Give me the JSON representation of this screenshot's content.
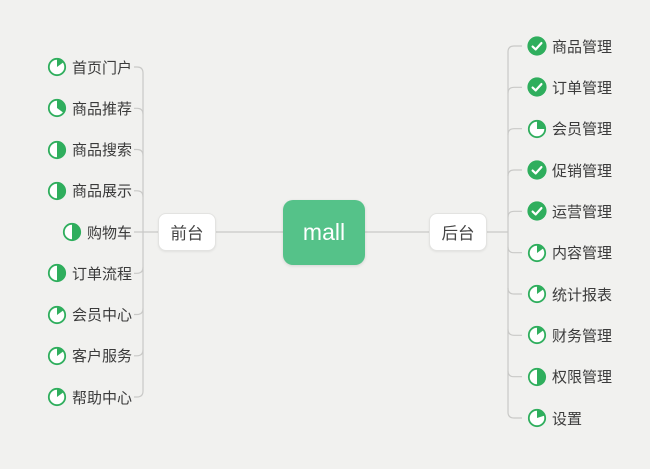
{
  "theme": {
    "background": "#f1f1ef",
    "line_color": "#c9c9c7",
    "icon_green": "#2fae5d",
    "root_bg": "#55c289",
    "root_text": "#ffffff",
    "node_bg": "#ffffff",
    "node_border": "#e3e3e1",
    "node_text": "#444444",
    "leaf_text": "#3b3b3b"
  },
  "root": {
    "label": "mall"
  },
  "branches": [
    {
      "id": "front",
      "label": "前台",
      "side": "left",
      "children": [
        {
          "label": "首页门户",
          "icon": "progress-pie",
          "progress": 15
        },
        {
          "label": "商品推荐",
          "icon": "progress-pie",
          "progress": 35
        },
        {
          "label": "商品搜索",
          "icon": "progress-pie",
          "progress": 50
        },
        {
          "label": "商品展示",
          "icon": "progress-pie",
          "progress": 50
        },
        {
          "label": "购物车",
          "icon": "progress-pie",
          "progress": 50
        },
        {
          "label": "订单流程",
          "icon": "progress-pie",
          "progress": 50
        },
        {
          "label": "会员中心",
          "icon": "progress-pie",
          "progress": 15
        },
        {
          "label": "客户服务",
          "icon": "progress-pie",
          "progress": 15
        },
        {
          "label": "帮助中心",
          "icon": "progress-pie",
          "progress": 15
        }
      ]
    },
    {
      "id": "back",
      "label": "后台",
      "side": "right",
      "children": [
        {
          "label": "商品管理",
          "icon": "check-circle",
          "progress": 100
        },
        {
          "label": "订单管理",
          "icon": "check-circle",
          "progress": 100
        },
        {
          "label": "会员管理",
          "icon": "progress-pie",
          "progress": 25
        },
        {
          "label": "促销管理",
          "icon": "check-circle",
          "progress": 100
        },
        {
          "label": "运营管理",
          "icon": "check-circle",
          "progress": 100
        },
        {
          "label": "内容管理",
          "icon": "progress-pie",
          "progress": 15
        },
        {
          "label": "统计报表",
          "icon": "progress-pie",
          "progress": 15
        },
        {
          "label": "财务管理",
          "icon": "progress-pie",
          "progress": 15
        },
        {
          "label": "权限管理",
          "icon": "progress-pie",
          "progress": 50
        },
        {
          "label": "设置",
          "icon": "progress-pie",
          "progress": 20
        }
      ]
    }
  ]
}
